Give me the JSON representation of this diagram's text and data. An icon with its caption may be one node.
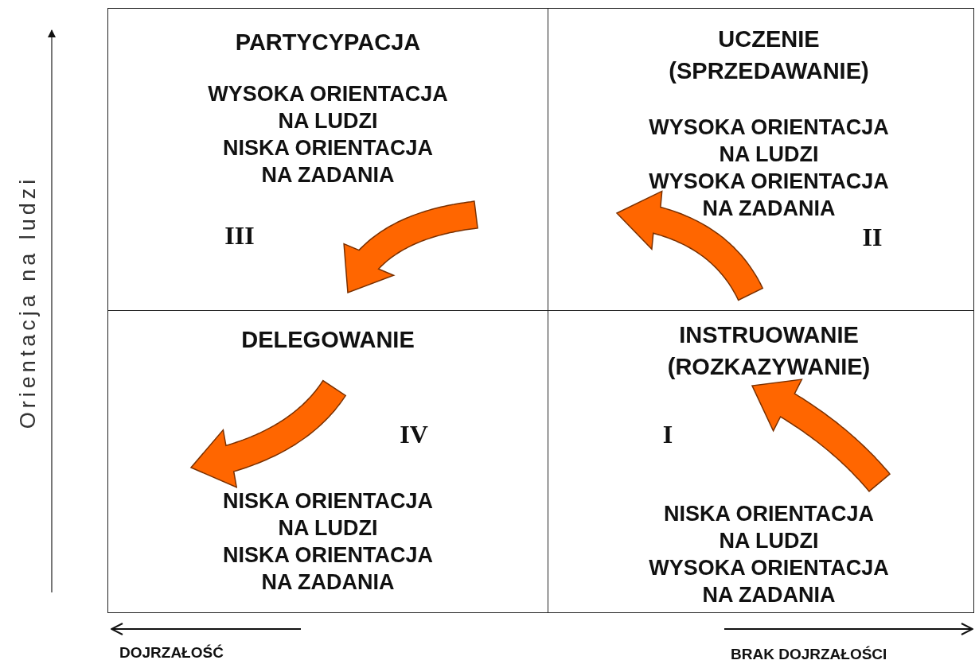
{
  "diagram": {
    "nodes": [
      {
        "text": [
          "PARTYCYPACJA",
          "WYSOKA ORIENTACJA NA LUDZI",
          "NISKA ORIENTACJA NA ZADANIA",
          "III"
        ]
      },
      {
        "text": [
          "UCZENIE (SPRZEDAWANIE)",
          "WYSOKA ORIENTACJA NA LUDZI",
          "WYSOKA ORIENTACJA NA ZADANIA",
          "II"
        ]
      },
      {
        "text": [
          "DELEGOWANIE",
          "IV",
          "NISKA ORIENTACJA NA LUDZI",
          "NISKA ORIENTACJA NA ZADANIA"
        ]
      },
      {
        "text": [
          "INSTRUOWANIE (ROZKAZYWANIE)",
          "I",
          "NISKA ORIENTACJA NA LUDZI",
          "WYSOKA ORIENTACJA NA ZADANIA"
        ]
      }
    ],
    "labels": [
      "Orientacja na ludzi",
      "DOJRZAŁOŚĆ",
      "BRAK DOJRZAŁOŚCI"
    ]
  }
}
